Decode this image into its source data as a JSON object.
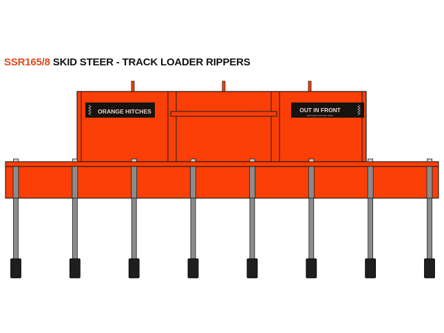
{
  "title": {
    "model_code": "SSR165/8",
    "description": "SKID STEER - TRACK LOADER RIPPERS"
  },
  "logos": {
    "left_brand": "ORANGE HITCHES",
    "right_brand": "OUT IN FRONT",
    "right_brand_sub": "DESIGNED FOR REAL WORK"
  },
  "shank_count": 8,
  "colors": {
    "frame_orange": "#fb3f06",
    "frame_stroke": "#1a1a1a",
    "shank_gray": "#8c8c8c",
    "tooth_black": "#1e1e1e",
    "badge_black": "#161311",
    "title_accent": "#e0491c"
  }
}
